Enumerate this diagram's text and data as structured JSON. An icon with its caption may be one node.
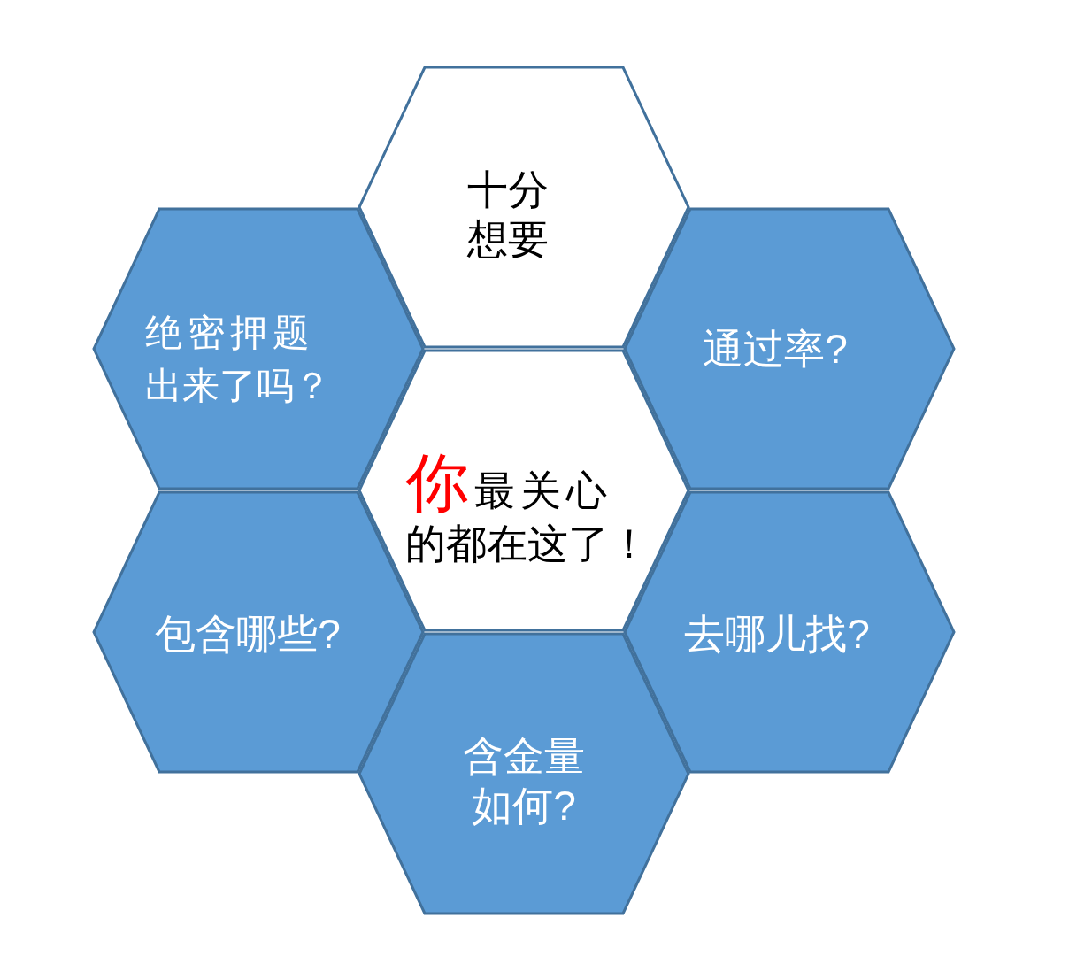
{
  "diagram": {
    "nodes": [
      {
        "text": [
          "十分想要"
        ]
      },
      {
        "text": [
          "绝密押题出来了吗？"
        ]
      },
      {
        "text": [
          "通过率?"
        ]
      },
      {
        "text": [
          "你最关心的都在这了！"
        ]
      },
      {
        "text": [
          "包含哪些?"
        ]
      },
      {
        "text": [
          "去哪儿找?"
        ]
      },
      {
        "text": [
          "含金量如何?"
        ]
      }
    ]
  }
}
